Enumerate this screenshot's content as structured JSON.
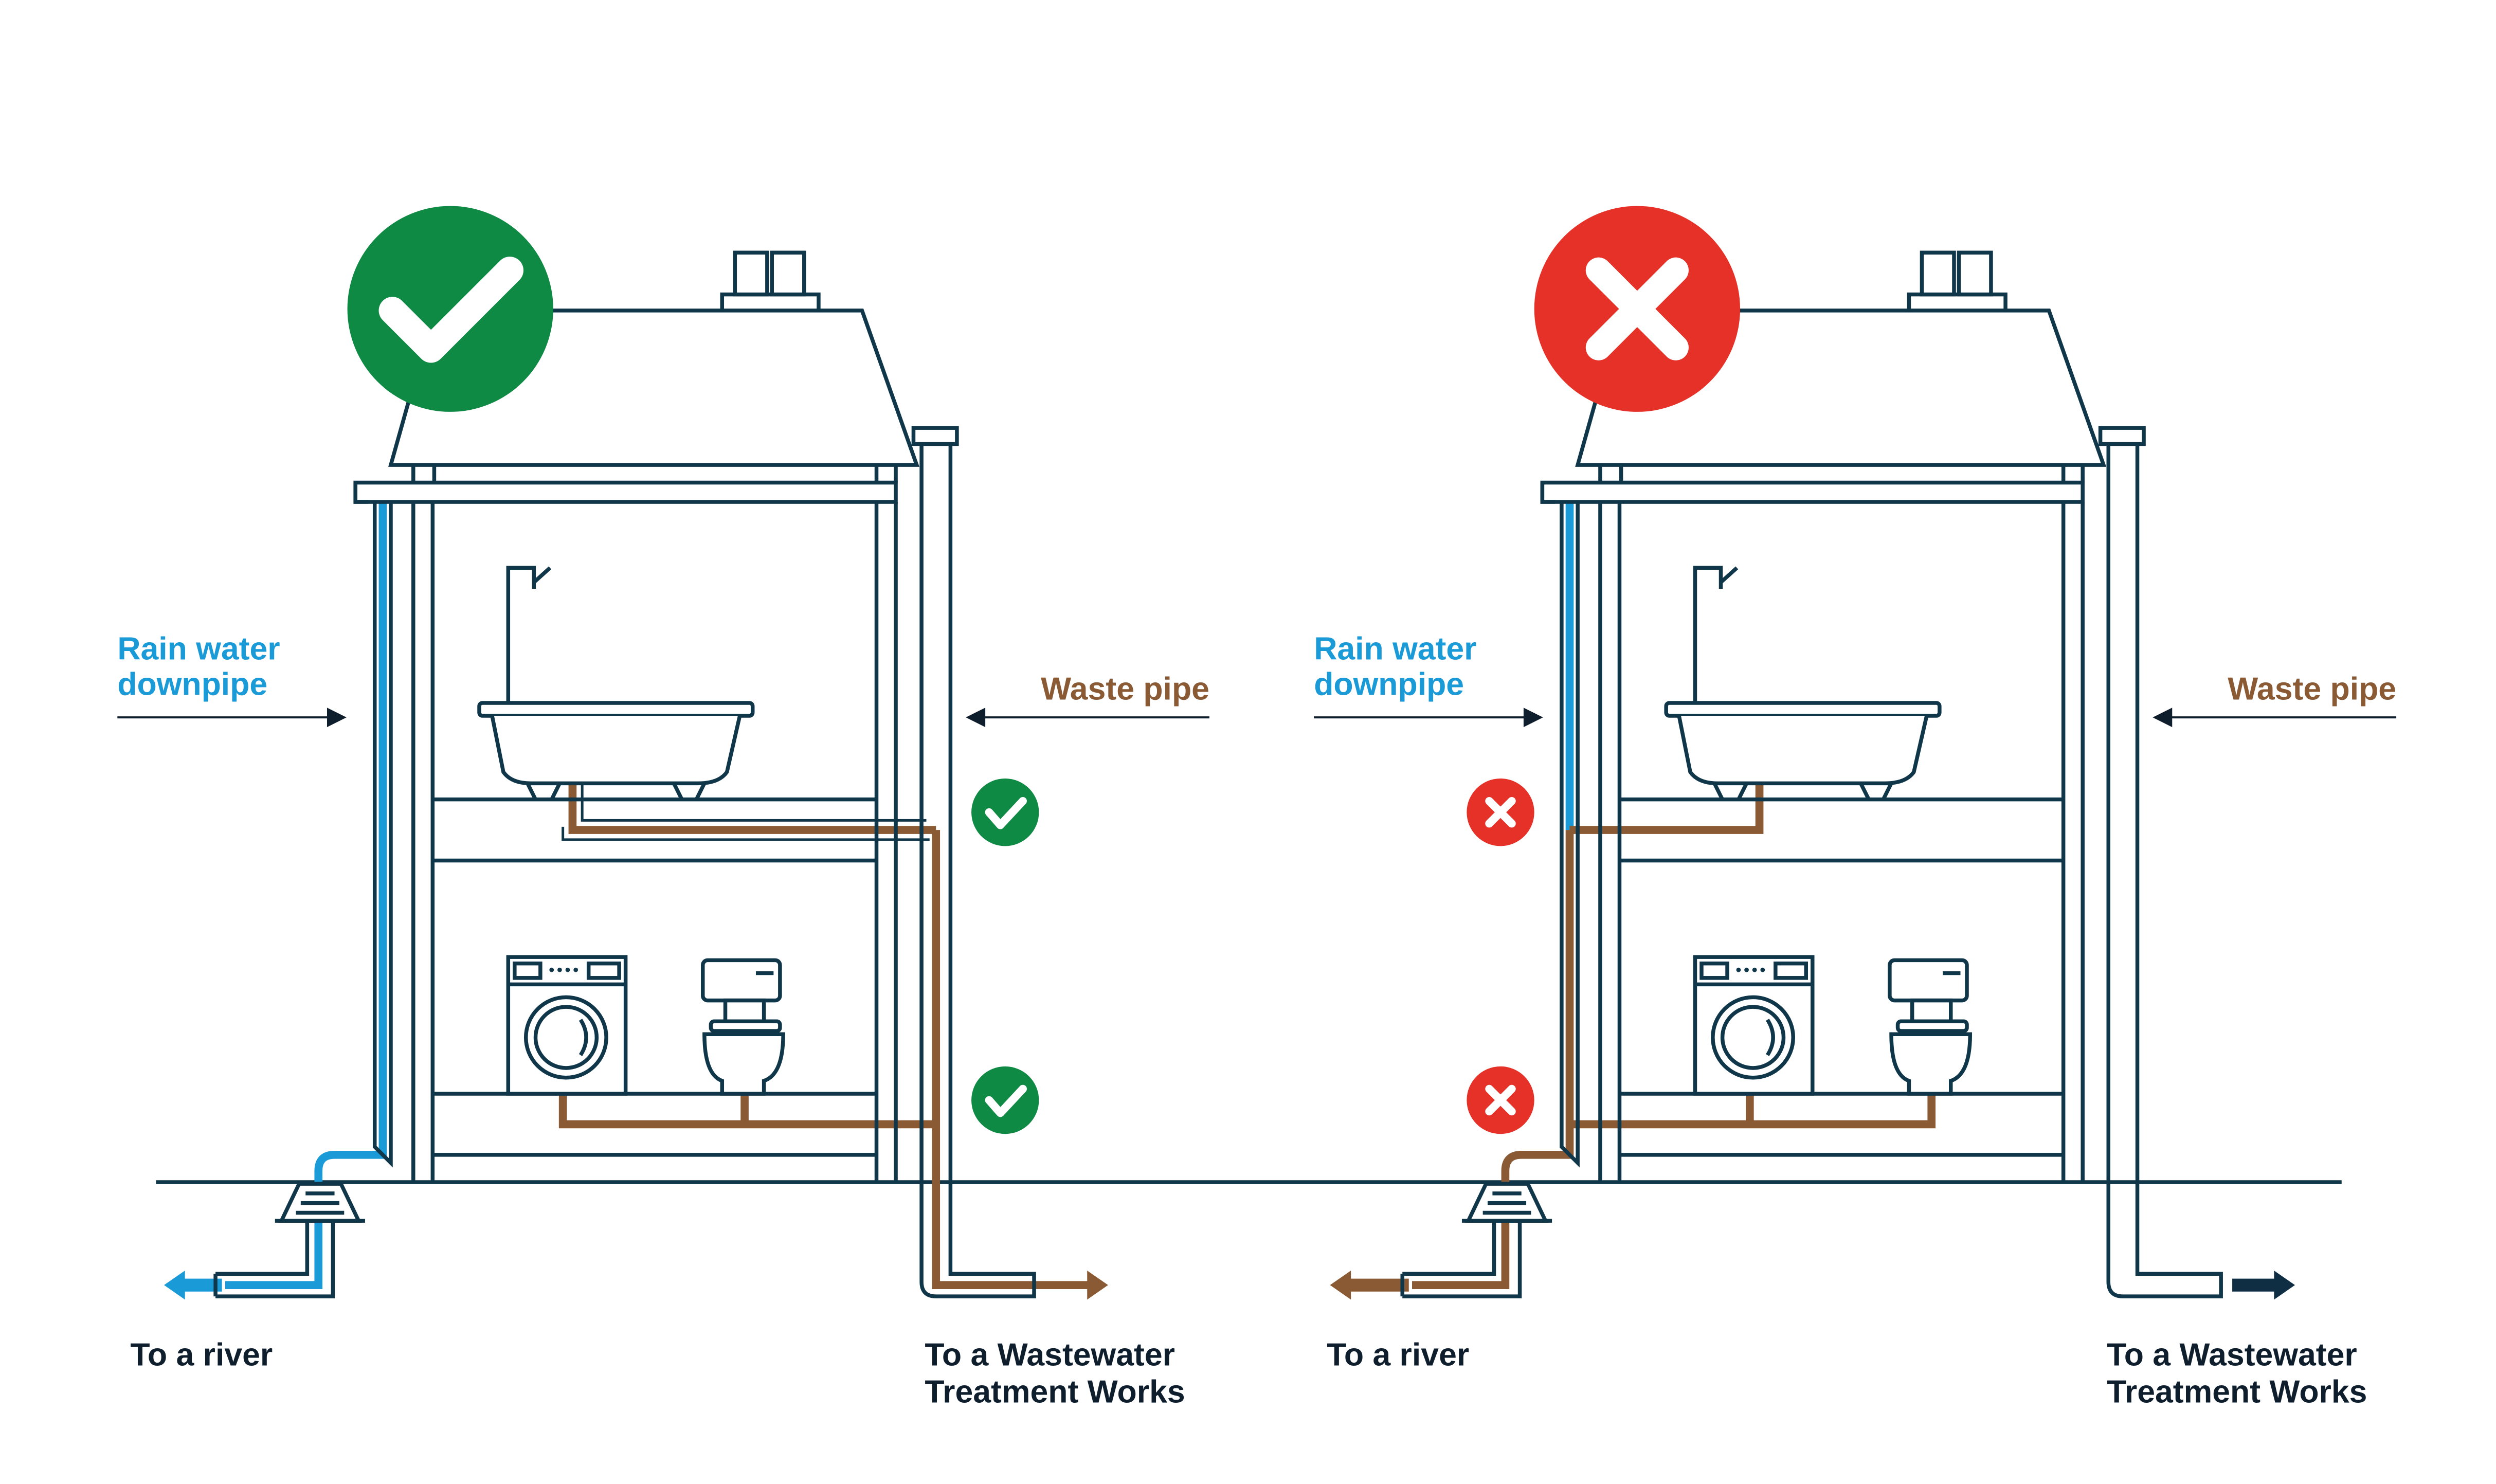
{
  "colors": {
    "outline": "#10364a",
    "rain_blue": "#1a9ad6",
    "waste_brown": "#8a5a34",
    "ok_green": "#0f8a44",
    "bad_red": "#e53127",
    "dark_navy": "#0f2e44"
  },
  "left_panel": {
    "status_icon": "check-icon",
    "rain_label_line1": "Rain water",
    "rain_label_line2": "downpipe",
    "waste_label": "Waste pipe",
    "river_label": "To a river",
    "wwtw_label_line1": "To a Wastewater",
    "wwtw_label_line2": "Treatment Works",
    "connection_marks": [
      "check-icon",
      "check-icon"
    ]
  },
  "right_panel": {
    "status_icon": "cross-icon",
    "rain_label_line1": "Rain water",
    "rain_label_line2": "downpipe",
    "waste_label": "Waste pipe",
    "river_label": "To a river",
    "wwtw_label_line1": "To a Wastewater",
    "wwtw_label_line2": "Treatment Works",
    "connection_marks": [
      "cross-icon",
      "cross-icon"
    ]
  }
}
